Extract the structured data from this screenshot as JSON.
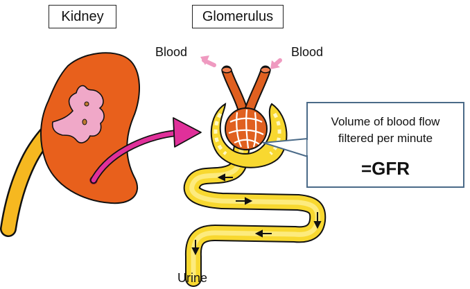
{
  "labels": {
    "kidney": "Kidney",
    "glomerulus": "Glomerulus",
    "blood_left": "Blood",
    "blood_right": "Blood",
    "urine": "Urine"
  },
  "callout": {
    "line1": "Volume of blood flow",
    "line2": "filtered per minute",
    "result": "=GFR"
  },
  "colors": {
    "kidney": "#e8601c",
    "pelvis": "#f0a8c8",
    "ureter": "#f5b41c",
    "tubule": "#f8dd30",
    "vessel": "#e06020",
    "arrow_magenta": "#e0309a",
    "arrow_pink": "#ef9ac0",
    "callout_border": "#4a6a88"
  }
}
